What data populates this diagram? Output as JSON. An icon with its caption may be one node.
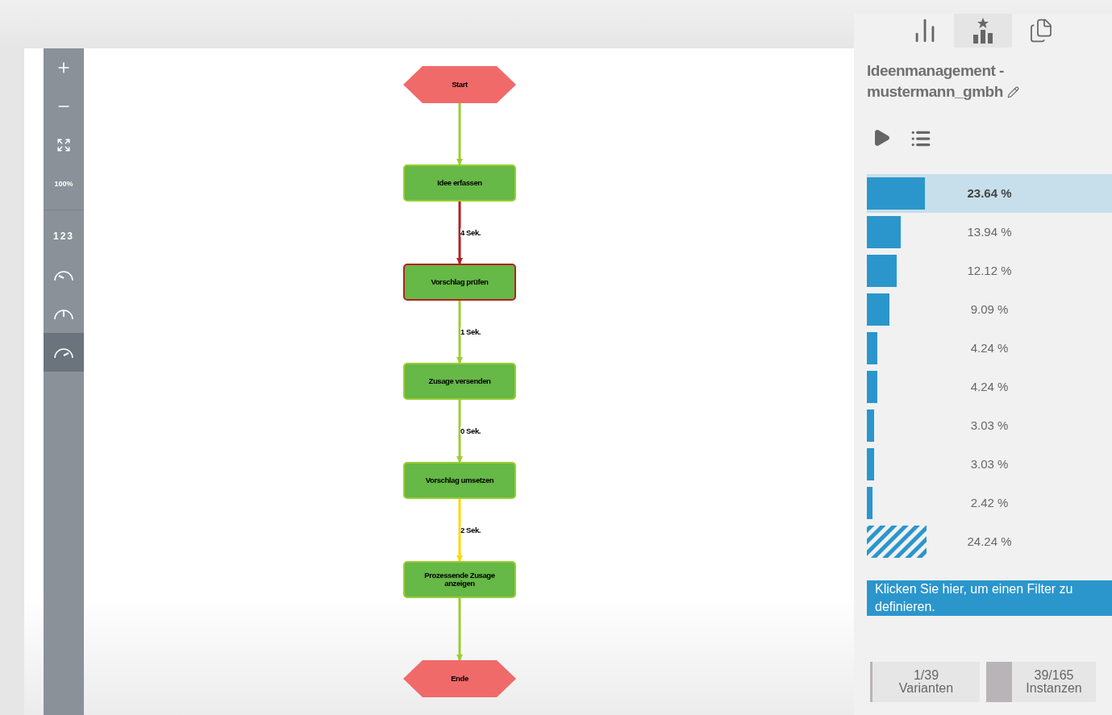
{
  "diagram": {
    "title": "Ideenmanagement - mustermann_gmbh",
    "nodes": [
      {
        "text": [
          "Start"
        ]
      },
      {
        "text": [
          "Idee erfassen"
        ]
      },
      {
        "text": [
          "Vorschlag prüfen"
        ]
      },
      {
        "text": [
          "Zusage versenden"
        ]
      },
      {
        "text": [
          "Vorschlag umsetzen"
        ]
      },
      {
        "text": [
          "Prozessende Zusage anzeigen"
        ]
      },
      {
        "text": [
          "Ende"
        ]
      }
    ],
    "edges": [
      {
        "from": 0,
        "to": 1,
        "arrow": "to"
      },
      {
        "from": 1,
        "to": 2,
        "arrow": "to",
        "label": "4 Sek.",
        "color": "#b22222"
      },
      {
        "from": 2,
        "to": 3,
        "arrow": "to",
        "label": "1 Sek."
      },
      {
        "from": 3,
        "to": 4,
        "arrow": "to",
        "label": "0 Sek."
      },
      {
        "from": 4,
        "to": 5,
        "arrow": "to",
        "label": "2 Sek.",
        "color": "#ffd700"
      },
      {
        "from": 5,
        "to": 6,
        "arrow": "to"
      }
    ],
    "labels": [
      "100%",
      "123",
      "23.64 %",
      "13.94 %",
      "12.12 %",
      "9.09 %",
      "4.24 %",
      "4.24 %",
      "3.03 %",
      "3.03 %",
      "2.42 %",
      "24.24 %",
      "Klicken Sie hier, um einen Filter zu definieren.",
      "1/39",
      "Varianten",
      "39/165",
      "Instanzen"
    ]
  }
}
